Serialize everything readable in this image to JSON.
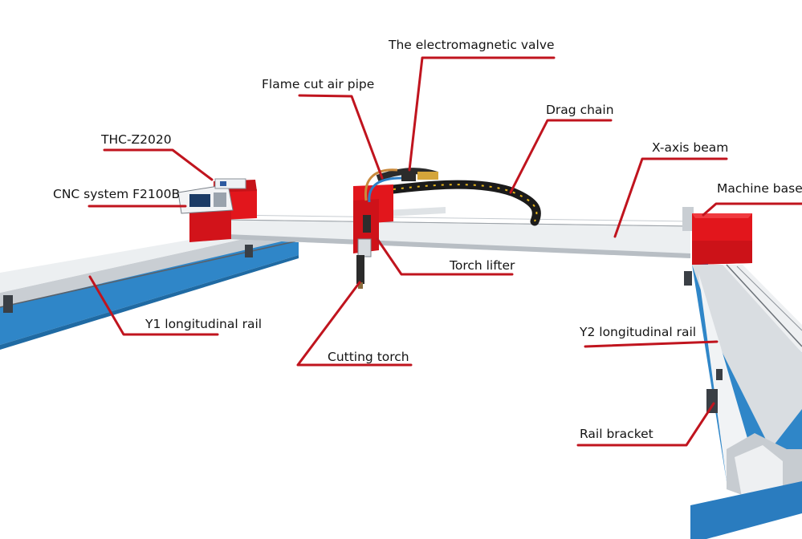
{
  "colors": {
    "leader": "#c0141e",
    "machine_red": "#e2161c",
    "rail_blue": "#2f86c8",
    "beam_silver": "#e2e5e8",
    "chain_black": "#1b1b1b",
    "chain_yellow": "#e7b51a"
  },
  "labels": {
    "electromagnetic_valve": "The electromagnetic valve",
    "flame_cut_air_pipe": "Flame cut air pipe",
    "drag_chain": "Drag chain",
    "thc": "THC-Z2020",
    "x_axis_beam": "X-axis beam",
    "cnc_system": "CNC system F2100B",
    "machine_base": "Machine base",
    "torch_lifter": "Torch lifter",
    "y1_rail": "Y1 longitudinal rail",
    "y2_rail": "Y2 longitudinal rail",
    "cutting_torch": "Cutting torch",
    "rail_bracket": "Rail bracket"
  }
}
